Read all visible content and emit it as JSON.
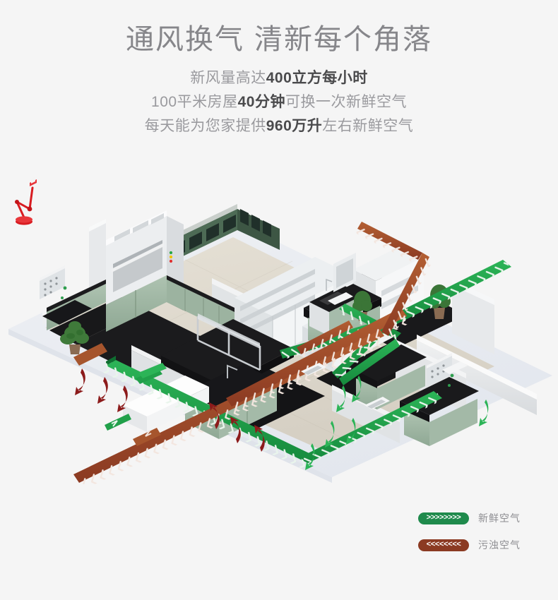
{
  "header": {
    "title_part1": "通风换气",
    "title_part2": "清新每个角落",
    "sublines": [
      {
        "pre": "新风量高达",
        "strong": "400立方每小时",
        "post": ""
      },
      {
        "pre": "100平米房屋",
        "strong": "40分钟",
        "post": "可换一次新鲜空气"
      },
      {
        "pre": "每天能为您家提供",
        "strong": "960万升",
        "post": "左右新鲜空气"
      }
    ]
  },
  "illustration": {
    "alt_name": "laboratory-ventilation-3d-floorplan",
    "description": "等轴测实验室平面图，含通风柜、试剂柜、实验台、置物架、绿植与红色台灯",
    "colors": {
      "background": "#f5f5f5",
      "floor_plate": "#e9ecf1",
      "wall_light": "#e4e6e8",
      "wall_face": "#cfd3d6",
      "cabinet_green": "#9fb6a2",
      "cabinet_green_dark": "#4d6b55",
      "bench_top_dark": "#18181a",
      "tile_floor": "#ded9cf",
      "fresh_air_arrow": "#21a04a",
      "fresh_air_arrow_dark": "#17833b",
      "foul_air_arrow": "#a6552d",
      "foul_air_arrow_dark": "#8b3a22",
      "exhaust_red": "#8c1b1b",
      "lamp_red": "#d81c21",
      "plant_green": "#3f7a3a"
    }
  },
  "legend": {
    "items": [
      {
        "glyphs": ">>>>>>>>",
        "label": "新鲜空气",
        "color": "#1f8a4c",
        "type": "fresh"
      },
      {
        "glyphs": "<<<<<<<<",
        "label": "污浊空气",
        "color": "#8b3a22",
        "type": "foul"
      }
    ]
  }
}
